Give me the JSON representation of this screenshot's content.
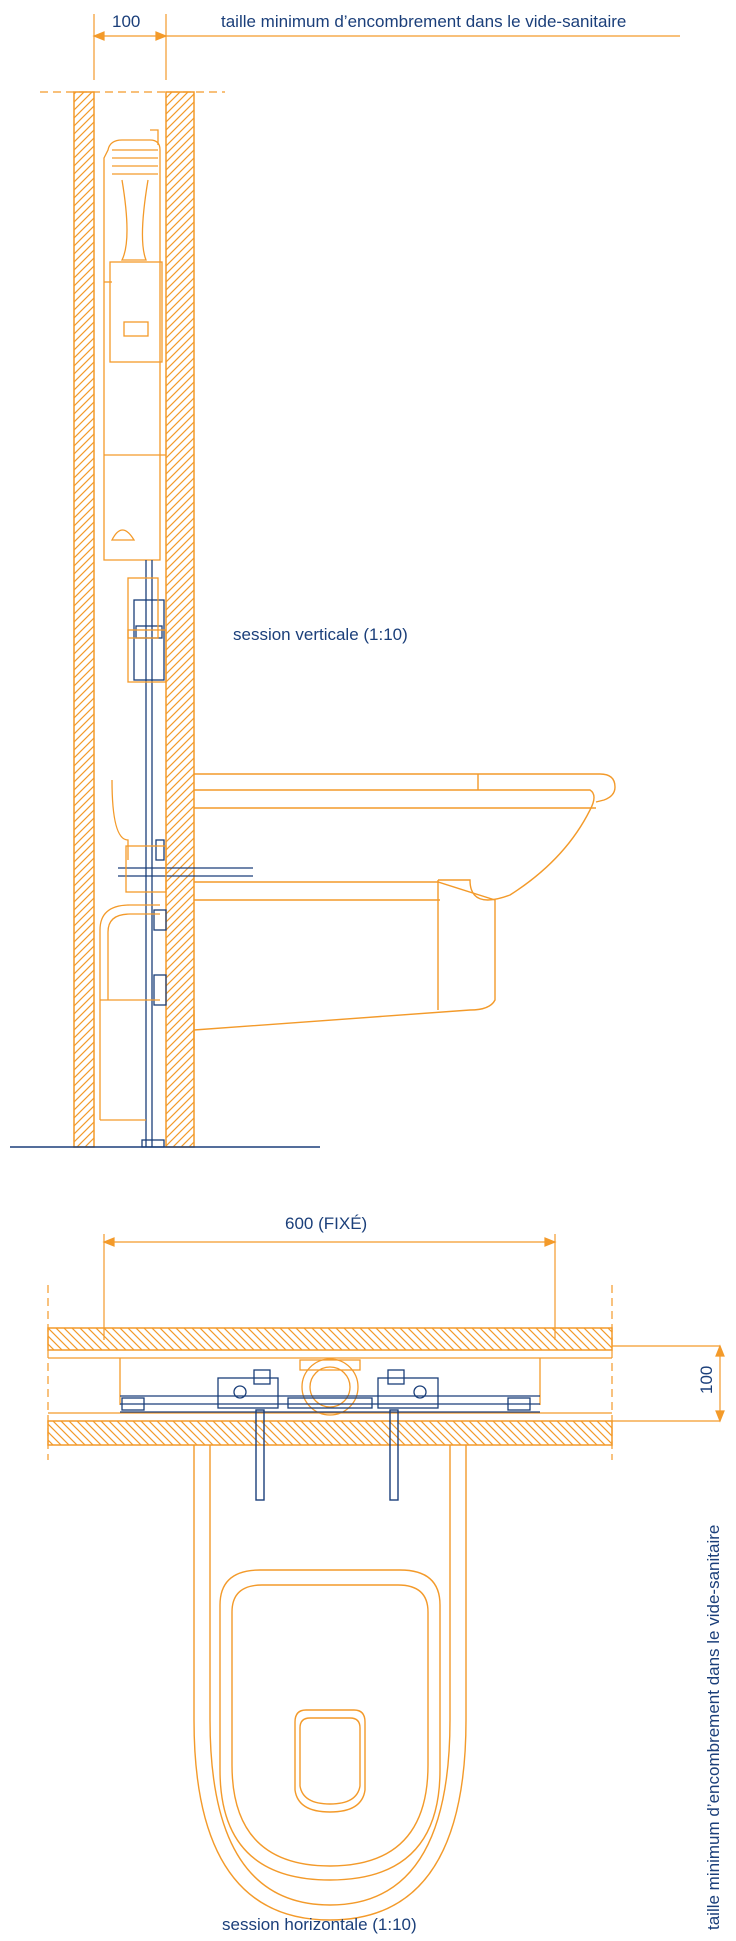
{
  "top": {
    "dimension_value": "100",
    "dimension_text": "taille minimum d’encombrement dans le vide-sanitaire"
  },
  "vertical_section": {
    "caption": "session verticale (1:10)"
  },
  "horizontal_section": {
    "width_dimension": "600 (FIXÉ)",
    "depth_dimension": "100",
    "side_text": "taille minimum d’encombrement dans le vide-sanitaire",
    "caption": "session horizontale (1:10)"
  },
  "colors": {
    "orange": "#f39a2a",
    "blue": "#1b3f7a"
  }
}
